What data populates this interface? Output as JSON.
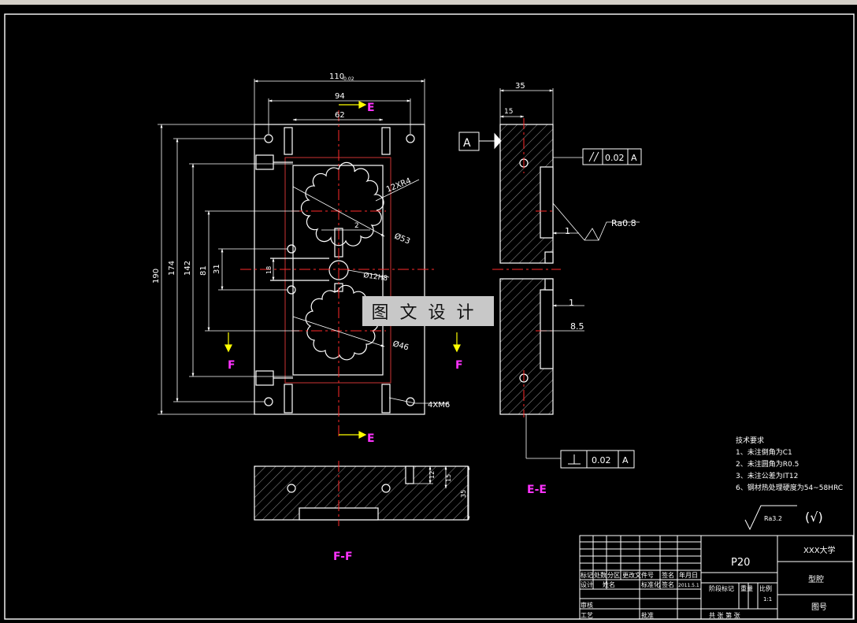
{
  "window": {
    "app": "CAD drawing viewer"
  },
  "colors": {
    "bg": "#000000",
    "line": "#ffffff",
    "axis": "#ff2a2a",
    "note": "#ff33ff",
    "arrow": "#ffff00"
  },
  "dims": {
    "top_width": "110",
    "tol": "-0.02",
    "w94": "94",
    "w62": "62",
    "h190": "190",
    "h174": "174",
    "h142": "142",
    "h81": "81",
    "h31": "31",
    "h18": "18",
    "r12": "12XR4",
    "d53": "Ø53",
    "d12": "Ø12H8",
    "d46": "Ø46",
    "gap2": "2",
    "m6": "4XM6",
    "side_w": "35",
    "side_15": "15",
    "side_1a": "1",
    "side_1b": "1",
    "side_85": "8.5",
    "ff_12": "12",
    "ff_15": "15",
    "ff_35": "35"
  },
  "labels": {
    "sec_e_top": "E",
    "sec_e_bot": "E",
    "sec_f_left": "F",
    "sec_f_right": "F",
    "view_ee": "E-E",
    "view_ff": "F-F",
    "datum": "A",
    "ra": "Ra0.8",
    "par_val": "0.02",
    "par_ref": "A",
    "perp_val": "0.02",
    "perp_ref": "A"
  },
  "notes": {
    "title": "技术要求",
    "items": [
      "1、未注倒角为C1",
      "2、未注圆角为R0.5",
      "3、未注公差为IT12",
      "6、钢材热处理硬度为54~58HRC"
    ],
    "rough_all": "Ra3.2",
    "rough_paren": "(√)"
  },
  "watermark": "图文设计",
  "titleblock": {
    "part_no": "P20",
    "school": "XXX大学",
    "name": "型腔",
    "drawing_no": "图号",
    "h_mark": "标记",
    "h_count": "处数",
    "h_zone": "分区",
    "h_doc": "更改文件号",
    "h_sign": "签名",
    "h_date": "年月日",
    "r_design": "设计",
    "r_name": "姓名",
    "r_std": "标准化",
    "r_sign2": "签名",
    "r_date2": "2011.5.1",
    "r_stage": "阶段标记",
    "r_weight": "重量",
    "r_scale": "比例",
    "scale_val": "1:1",
    "r_review": "审核",
    "r_process": "工艺",
    "r_approve": "批准",
    "sheets": "共 张 第 张"
  }
}
